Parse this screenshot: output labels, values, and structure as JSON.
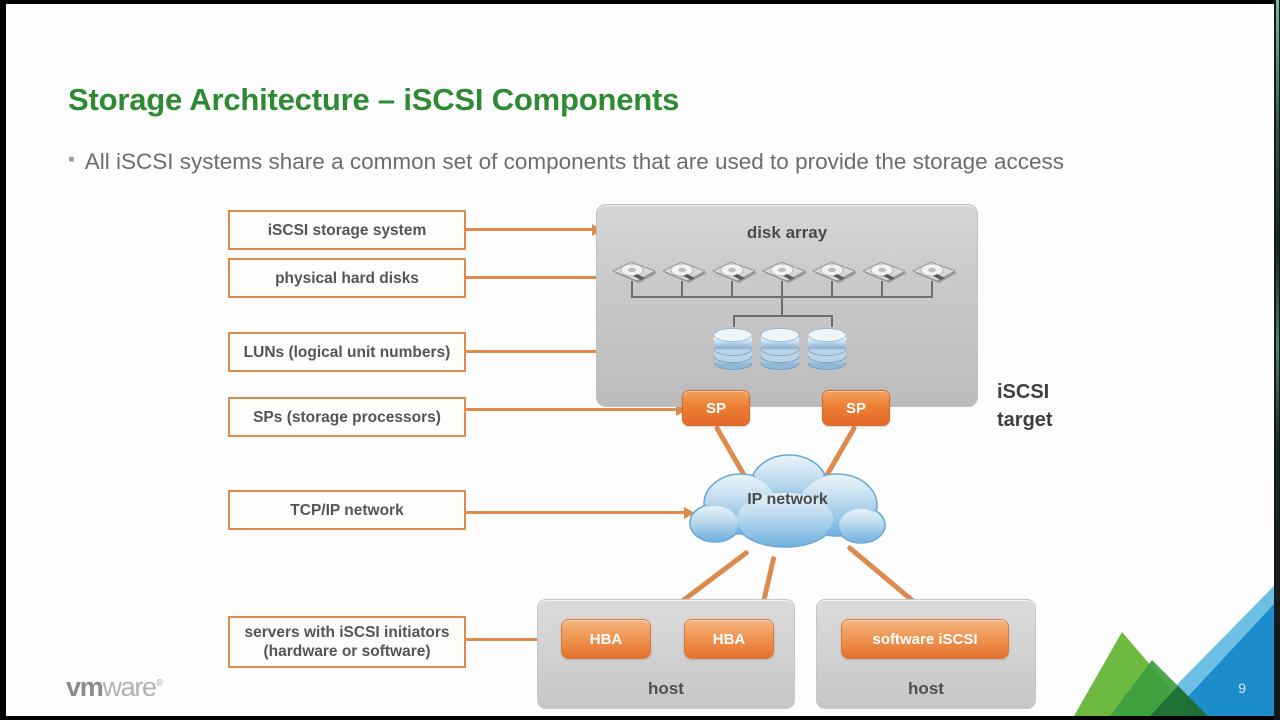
{
  "slide": {
    "title": "Storage Architecture – iSCSI Components",
    "bullet_marker": "▪",
    "bullet_text": "All iSCSI systems share a common set of components that are used to provide the storage access",
    "page_number": "9",
    "logo": {
      "part1": "vm",
      "part2": "ware",
      "trademark": "®"
    },
    "colors": {
      "title_green": "#2f8a34",
      "accent_orange": "#e08b4c",
      "body_gray": "#6d6d6d",
      "box_gray": "#c9c9c9",
      "cloud_blue": "#8ec5ea"
    }
  },
  "callouts": [
    {
      "id": "iscsi-storage-system",
      "label": "iSCSI storage system"
    },
    {
      "id": "physical-hard-disks",
      "label": "physical hard disks"
    },
    {
      "id": "luns",
      "label": "LUNs (logical unit numbers)"
    },
    {
      "id": "sps",
      "label": "SPs (storage processors)"
    },
    {
      "id": "tcpip-network",
      "label": "TCP/IP network"
    },
    {
      "id": "servers-with-initiators",
      "label": "servers with iSCSI initiators\n(hardware or software)",
      "line1": "servers with iSCSI initiators",
      "line2": "(hardware or software)"
    }
  ],
  "diagram": {
    "disk_array": {
      "label": "disk array",
      "hard_disk_count": 7,
      "lun_count": 3,
      "storage_processors": [
        {
          "label": "SP"
        },
        {
          "label": "SP"
        }
      ]
    },
    "iscsi_target": {
      "line1": "iSCSI",
      "line2": "target"
    },
    "cloud": {
      "label": "IP network"
    },
    "hosts": [
      {
        "label": "host",
        "adapters": [
          {
            "label": "HBA"
          },
          {
            "label": "HBA"
          }
        ]
      },
      {
        "label": "host",
        "adapters": [
          {
            "label": "software iSCSI"
          }
        ]
      }
    ]
  }
}
